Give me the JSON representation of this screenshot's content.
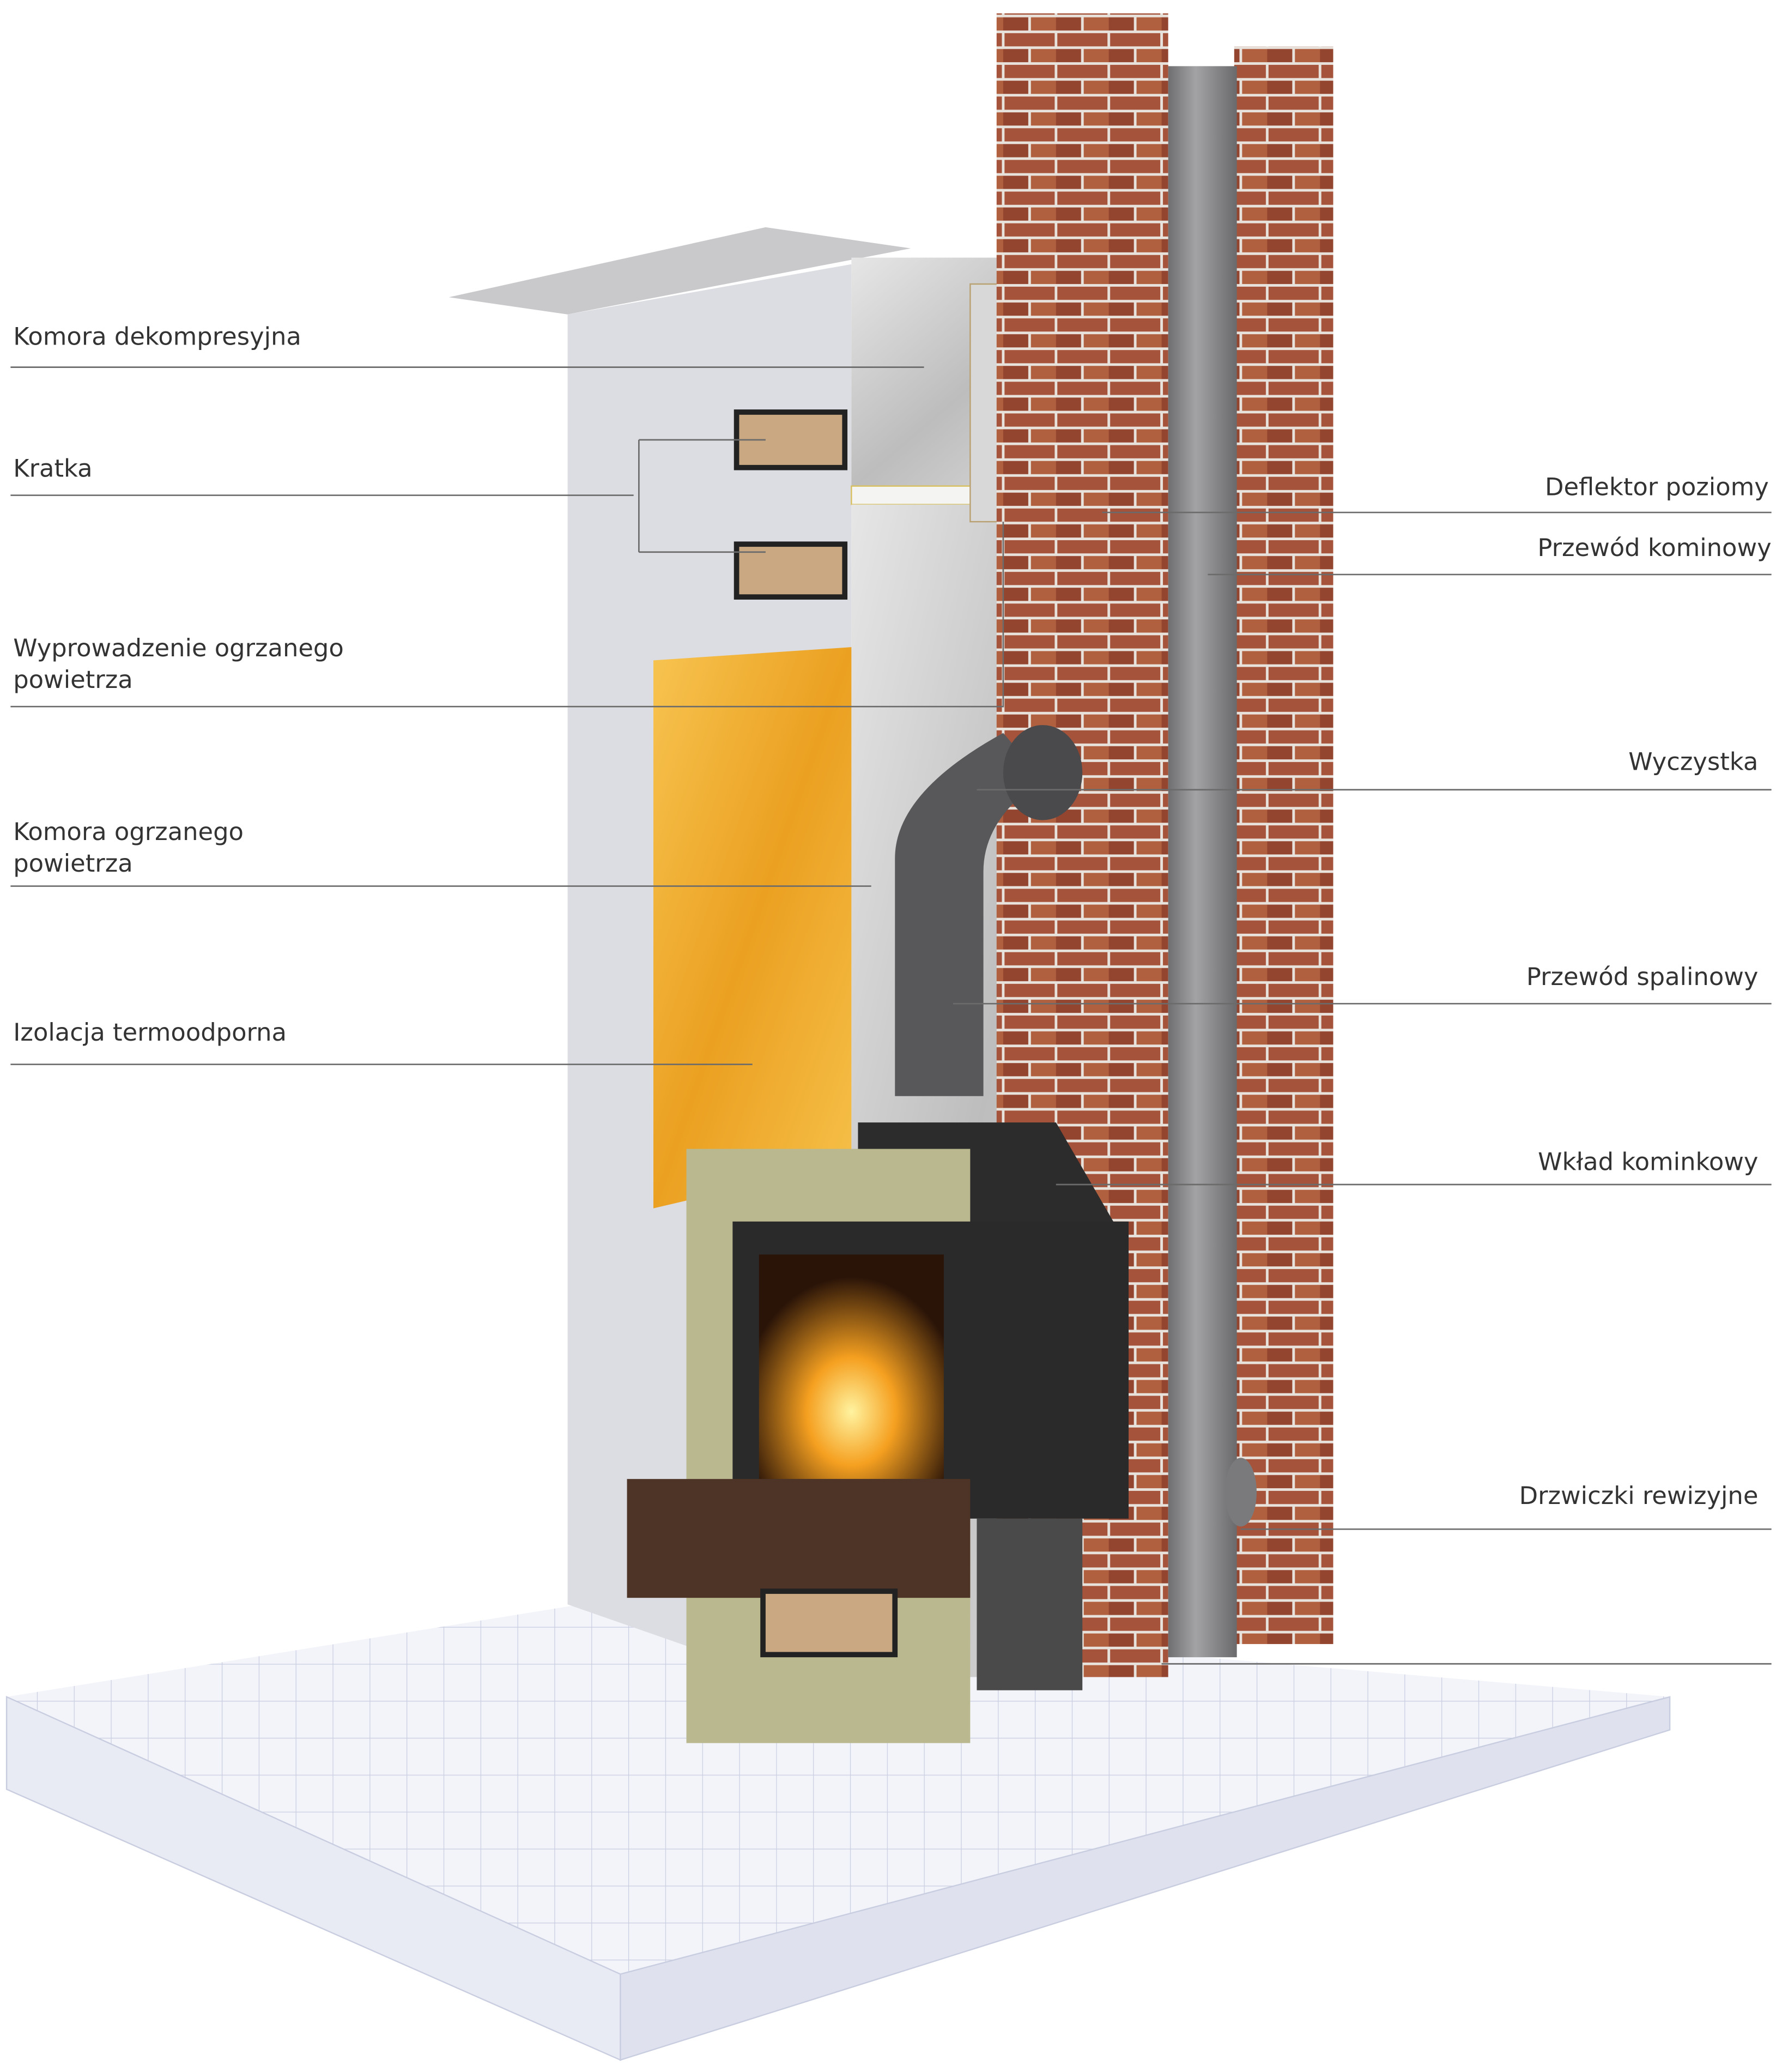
{
  "diagram": {
    "left_labels": [
      {
        "lines": [
          "Komora dekompresyjna"
        ]
      },
      {
        "lines": [
          "Kratka"
        ]
      },
      {
        "lines": [
          "Wyprowadzenie ogrzanego",
          "powietrza"
        ]
      },
      {
        "lines": [
          "Komora ogrzanego",
          "powietrza"
        ]
      },
      {
        "lines": [
          "Izolacja termoodporna"
        ]
      }
    ],
    "right_labels": [
      {
        "lines": [
          "Deflektor poziomy"
        ]
      },
      {
        "lines": [
          "Przewód kominowy"
        ]
      },
      {
        "lines": [
          "Wyczystka"
        ]
      },
      {
        "lines": [
          "Przewód spalinowy"
        ]
      },
      {
        "lines": [
          "Wkład kominkowy"
        ]
      },
      {
        "lines": [
          "Drzwiczki rewizyjne"
        ]
      }
    ],
    "colors": {
      "brick": "#a5533a",
      "pipe": "#8a8a8c",
      "insulation_yellow": "#f0b02e",
      "marble": "#b9b88e",
      "stove": "#2a2a2a",
      "label_text": "#333333"
    }
  }
}
